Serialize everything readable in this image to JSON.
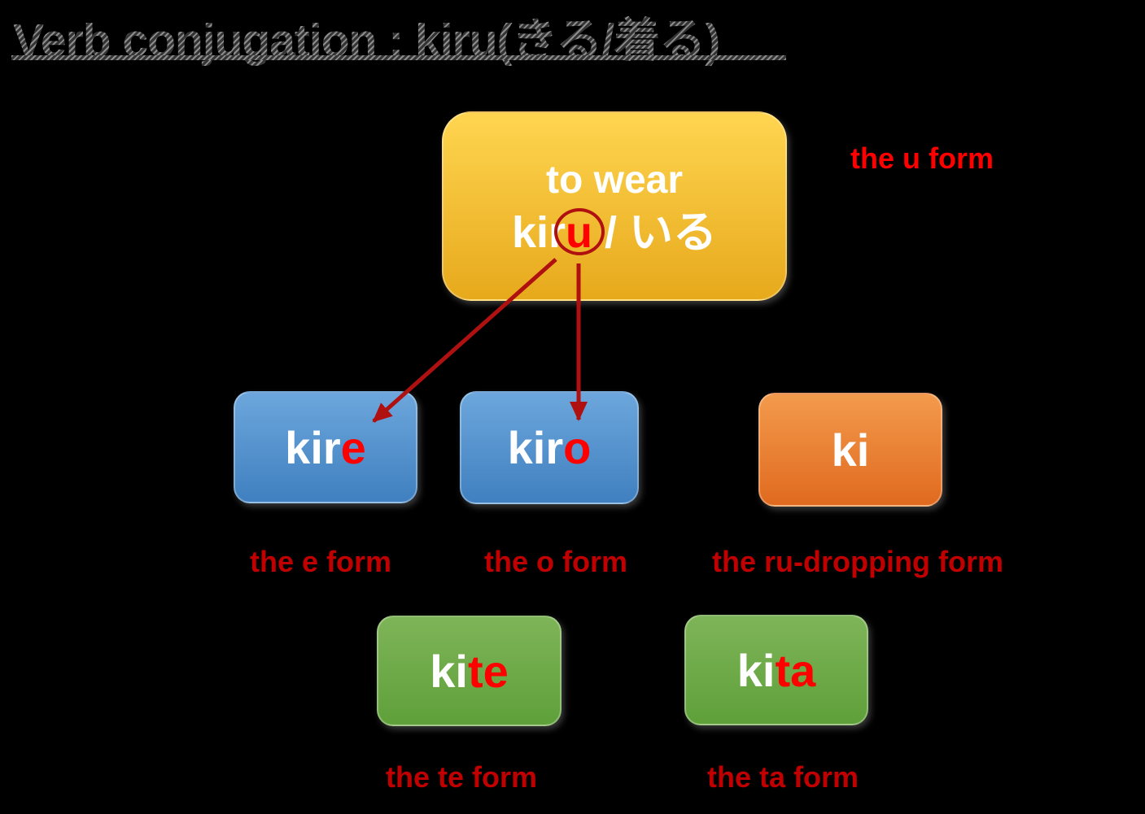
{
  "title": {
    "text": "Verb conjugation : kiru(きる/着る)"
  },
  "root": {
    "line1": "to wear",
    "prefix": "kir",
    "highlight": "u",
    "suffix": " / いる"
  },
  "nodes": {
    "kire": {
      "prefix": "kir",
      "highlight": "e"
    },
    "kiro": {
      "prefix": "kir",
      "highlight": "o"
    },
    "ki": {
      "prefix": "ki",
      "highlight": ""
    },
    "kite": {
      "prefix": "ki",
      "highlight": "te"
    },
    "kita": {
      "prefix": "ki",
      "highlight": "ta"
    }
  },
  "labels": {
    "u": "the u form",
    "e": "the e form",
    "o": "the o form",
    "ru": "the ru-dropping form",
    "te": "the te form",
    "ta": "the ta form"
  },
  "colors": {
    "background": "#000000",
    "title_gray": "#6f6f6f",
    "highlight_red": "#ff0000",
    "label_dark_red": "#c00000",
    "arrow_red": "#af1111",
    "box_yellow_top": "#ffd550",
    "box_yellow_bottom": "#e7a91c",
    "box_blue_top": "#6ca6dc",
    "box_blue_bottom": "#4080c0",
    "box_orange_top": "#f39a4c",
    "box_orange_bottom": "#e06a1f",
    "box_green_top": "#7eb458",
    "box_green_bottom": "#5fa03a"
  }
}
